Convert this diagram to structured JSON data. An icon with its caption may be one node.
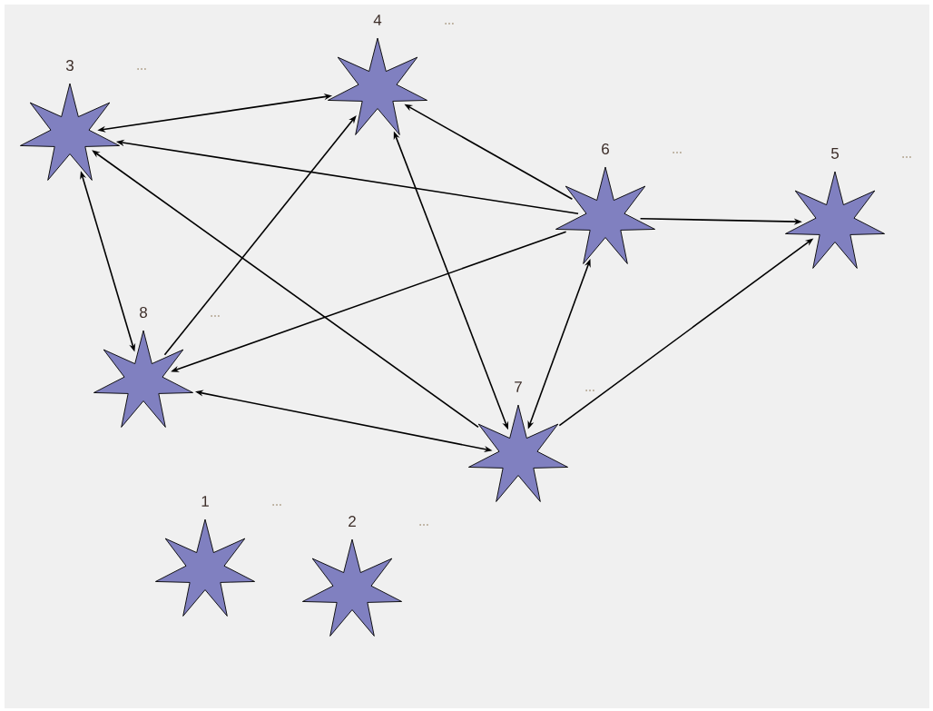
{
  "diagram": {
    "nodes": [
      {
        "text": [
          "1"
        ],
        "beside": [
          "..."
        ]
      },
      {
        "text": [
          "2"
        ],
        "beside": [
          "..."
        ]
      },
      {
        "text": [
          "3"
        ],
        "beside": [
          "..."
        ]
      },
      {
        "text": [
          "4"
        ],
        "beside": [
          "..."
        ]
      },
      {
        "text": [
          "5"
        ],
        "beside": [
          "..."
        ]
      },
      {
        "text": [
          "6"
        ],
        "beside": [
          "..."
        ]
      },
      {
        "text": [
          "7"
        ],
        "beside": [
          "..."
        ]
      },
      {
        "text": [
          "8"
        ],
        "beside": [
          "..."
        ]
      }
    ],
    "edges": [
      {
        "from": 2,
        "to": 3,
        "arrow": "both"
      },
      {
        "from": 5,
        "to": 2,
        "arrow": "to"
      },
      {
        "from": 6,
        "to": 2,
        "arrow": "to"
      },
      {
        "from": 7,
        "to": 3,
        "arrow": "to"
      },
      {
        "from": 2,
        "to": 7,
        "arrow": "both"
      },
      {
        "from": 5,
        "to": 3,
        "arrow": "to"
      },
      {
        "from": 3,
        "to": 6,
        "arrow": "both"
      },
      {
        "from": 5,
        "to": 7,
        "arrow": "to"
      },
      {
        "from": 5,
        "to": 4,
        "arrow": "to"
      },
      {
        "from": 5,
        "to": 6,
        "arrow": "both"
      },
      {
        "from": 6,
        "to": 4,
        "arrow": "to"
      },
      {
        "from": 7,
        "to": 6,
        "arrow": "both"
      }
    ]
  }
}
